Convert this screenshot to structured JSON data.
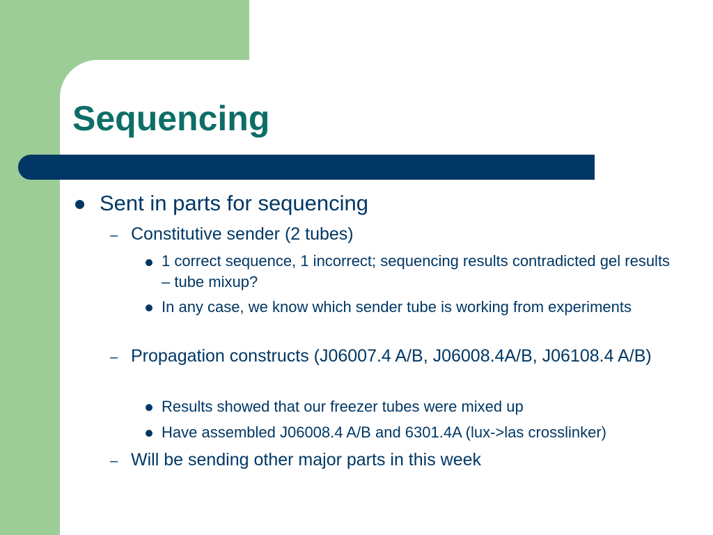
{
  "title": "Sequencing",
  "bullets": {
    "level1": [
      "Sent in parts for sequencing"
    ],
    "level2": [
      "Constitutive sender (2 tubes)",
      "Propagation constructs (J06007.4 A/B, J06008.4A/B, J06108.4 A/B)",
      "Will be sending other major parts in this week"
    ],
    "level3": [
      "1 correct sequence, 1 incorrect; sequencing results contradicted gel results – tube mixup?",
      "In any case, we know which sender tube is working from experiments",
      "Results showed that our freezer tubes were mixed up",
      "Have assembled J06008.4 A/B and 6301.4A (lux->las crosslinker)"
    ]
  },
  "dash_char": "–",
  "colors": {
    "green_band": "#9dcd97",
    "title": "#0d6e67",
    "bar": "#003764",
    "text": "#003764"
  }
}
